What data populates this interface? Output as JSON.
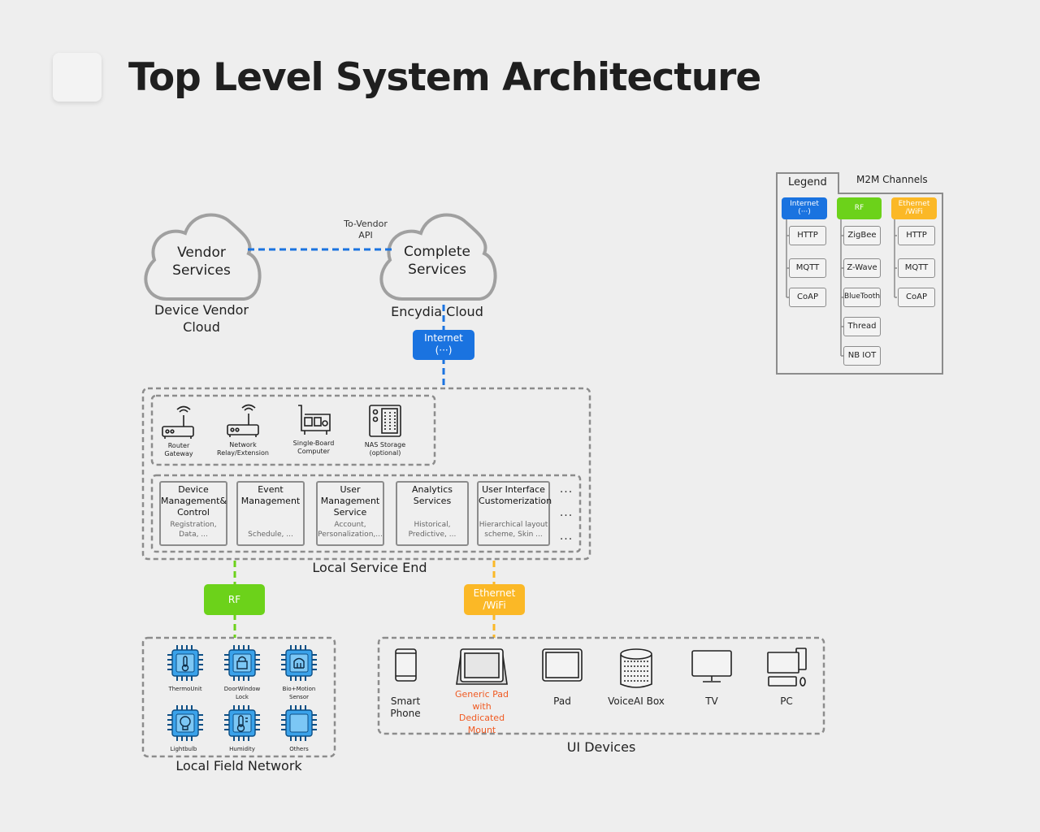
{
  "page": {
    "title": "Top Level System Architecture"
  },
  "clouds": {
    "vendor": {
      "text": "Vendor\nServices",
      "caption": "Device Vendor\nCloud"
    },
    "complete": {
      "text": "Complete\nServices",
      "caption": "Encydia Cloud"
    },
    "link_label": "To-Vendor\nAPI"
  },
  "connectors": {
    "internet": "Internet\n(···)",
    "rf": "RF",
    "ethernet": "Ethernet\n/WiFi"
  },
  "local_service_end": {
    "label": "Local Service End",
    "hardware": [
      {
        "label": "Router\nGateway",
        "icon": "router-icon"
      },
      {
        "label": "Network\nRelay/Extension",
        "icon": "router-icon"
      },
      {
        "label": "Single-Board\nComputer",
        "icon": "circuit-board-icon"
      },
      {
        "label": "NAS Storage\n(optional)",
        "icon": "nas-icon"
      }
    ],
    "services": [
      {
        "title": "Device\nManagement&\nControl",
        "sub": "Registration,\nData,  ..."
      },
      {
        "title": "Event\nManagement",
        "sub": "Schedule,  ..."
      },
      {
        "title": "User\nManagement\nService",
        "sub": "Account,\nPersonalization,..."
      },
      {
        "title": "Analytics\nServices",
        "sub": "Historical,\nPredictive,  ..."
      },
      {
        "title": "User Interface\nCustomerization",
        "sub": "Hierarchical layout\nscheme, Skin ..."
      }
    ],
    "more": "..."
  },
  "local_field_network": {
    "label": "Local Field Network",
    "devices": [
      {
        "label": "ThermoUnit",
        "icon": "thermometer-chip-icon"
      },
      {
        "label": "DoorWindow\nLock",
        "icon": "lock-chip-icon"
      },
      {
        "label": "Bio+Motion\nSensor",
        "icon": "motion-sensor-chip-icon"
      },
      {
        "label": "Lightbulb",
        "icon": "lightbulb-chip-icon"
      },
      {
        "label": "Humidity",
        "icon": "humidity-chip-icon"
      },
      {
        "label": "Others",
        "icon": "chip-icon"
      }
    ]
  },
  "ui_devices": {
    "label": "UI Devices",
    "devices": [
      {
        "label": "Smart\nPhone",
        "icon": "smartphone-icon"
      },
      {
        "label": "Generic Pad\nwith\nDedicated\nMount",
        "icon": "tablet-mount-icon"
      },
      {
        "label": "Pad",
        "icon": "tablet-icon"
      },
      {
        "label": "VoiceAI Box",
        "icon": "smart-speaker-icon"
      },
      {
        "label": "TV",
        "icon": "tv-icon"
      },
      {
        "label": "PC",
        "icon": "pc-icon"
      }
    ]
  },
  "legend": {
    "tab": "Legend",
    "title": "M2M Channels",
    "columns": [
      {
        "header": "Internet\n(···)",
        "items": [
          "HTTP",
          "MQTT",
          "CoAP"
        ]
      },
      {
        "header": "RF",
        "items": [
          "ZigBee",
          "Z-Wave",
          "BlueTooth",
          "Thread",
          "NB IOT"
        ]
      },
      {
        "header": "Ethernet\n/WiFi",
        "items": [
          "HTTP",
          "MQTT",
          "CoAP"
        ]
      }
    ]
  },
  "colors": {
    "internet": "#1a73e0",
    "rf": "#6cd21a",
    "ethernet": "#fbb826",
    "border": "#8c8c8c",
    "chip": "#3aa2ea",
    "highlight": "#f05a22"
  }
}
